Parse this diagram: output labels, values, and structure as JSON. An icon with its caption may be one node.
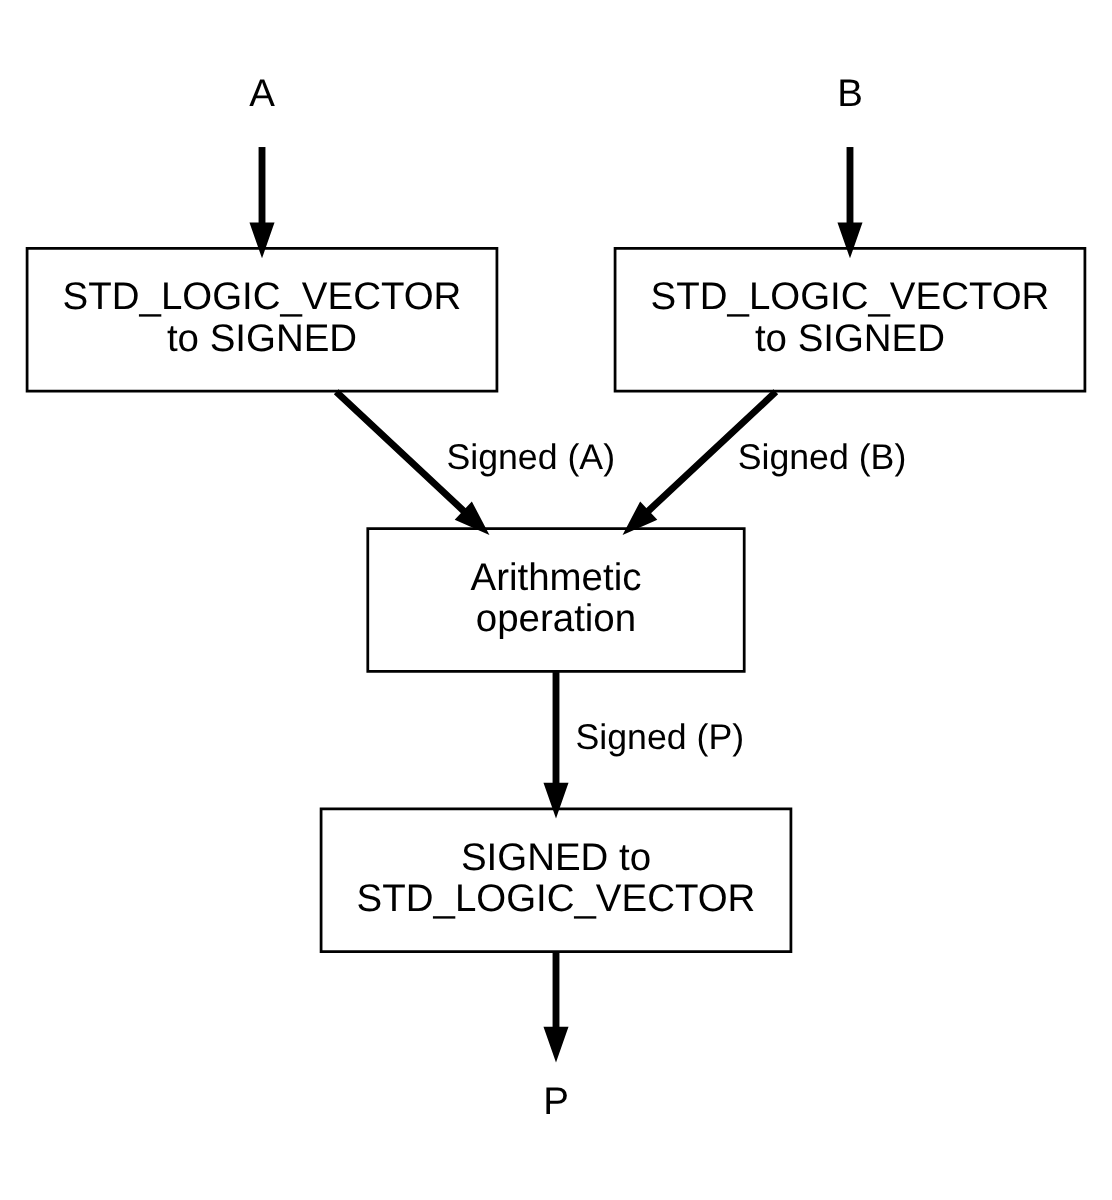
{
  "diagram": {
    "nodes": [
      {
        "text": [
          "A"
        ]
      },
      {
        "text": [
          "B"
        ]
      },
      {
        "text": [
          "STD_LOGIC_VECTOR to SIGNED"
        ]
      },
      {
        "text": [
          "STD_LOGIC_VECTOR to SIGNED"
        ]
      },
      {
        "text": [
          "Arithmetic operation"
        ]
      },
      {
        "text": [
          "SIGNED to STD_LOGIC_VECTOR"
        ]
      },
      {
        "text": [
          "P"
        ]
      }
    ],
    "edges": [
      {
        "from": 0,
        "to": 2,
        "arrow": "to"
      },
      {
        "from": 1,
        "to": 3,
        "arrow": "to"
      },
      {
        "from": 2,
        "to": 4,
        "arrow": "to",
        "label": "Signed (A)"
      },
      {
        "from": 3,
        "to": 4,
        "arrow": "to",
        "label": "Signed (B)"
      },
      {
        "from": 4,
        "to": 5,
        "arrow": "to",
        "label": "Signed (P)"
      },
      {
        "from": 5,
        "to": 6,
        "arrow": "to"
      }
    ]
  }
}
